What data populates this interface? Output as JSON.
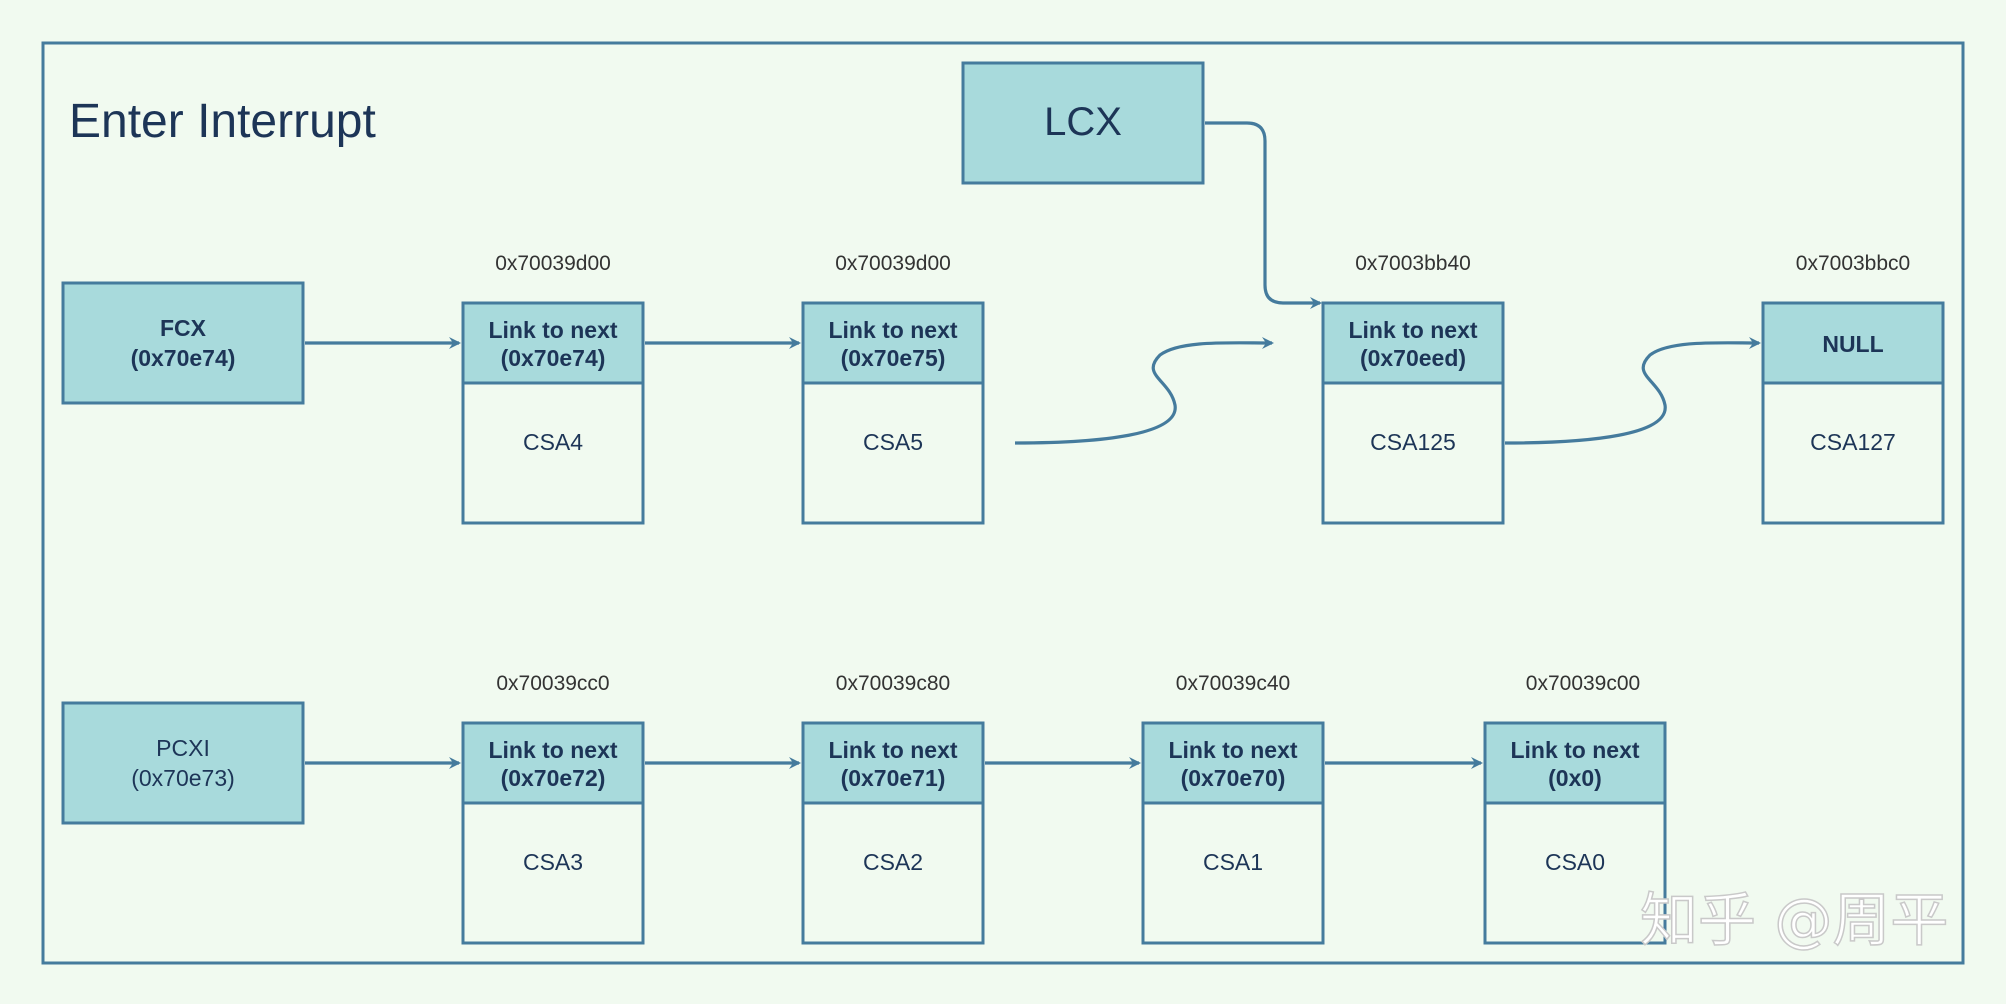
{
  "title": "Enter Interrupt",
  "lcx": {
    "label": "LCX"
  },
  "fcx": {
    "line1": "FCX",
    "line2": "(0x70e74)"
  },
  "pcxi": {
    "line1": "PCXI",
    "line2": "(0x70e73)"
  },
  "top_chain": [
    {
      "address": "0x70039d00",
      "link_line1": "Link to next",
      "link_line2": "(0x70e74)",
      "name": "CSA4"
    },
    {
      "address": "0x70039d00",
      "link_line1": "Link to next",
      "link_line2": "(0x70e75)",
      "name": "CSA5"
    },
    {
      "address": "0x7003bb40",
      "link_line1": "Link to next",
      "link_line2": "(0x70eed)",
      "name": "CSA125"
    },
    {
      "address": "0x7003bbc0",
      "link_line1": "NULL",
      "link_line2": "",
      "name": "CSA127"
    }
  ],
  "bottom_chain": [
    {
      "address": "0x70039cc0",
      "link_line1": "Link to next",
      "link_line2": "(0x70e72)",
      "name": "CSA3"
    },
    {
      "address": "0x70039c80",
      "link_line1": "Link to next",
      "link_line2": "(0x70e71)",
      "name": "CSA2"
    },
    {
      "address": "0x70039c40",
      "link_line1": "Link to next",
      "link_line2": "(0x70e70)",
      "name": "CSA1"
    },
    {
      "address": "0x70039c00",
      "link_line1": "Link to next",
      "link_line2": "(0x0)",
      "name": "CSA0"
    }
  ],
  "watermark": "知乎 @周平",
  "colors": {
    "fill": "#a8dadc",
    "stroke": "#457b9d",
    "background": "#f1faf0",
    "text": "#1d3557"
  }
}
